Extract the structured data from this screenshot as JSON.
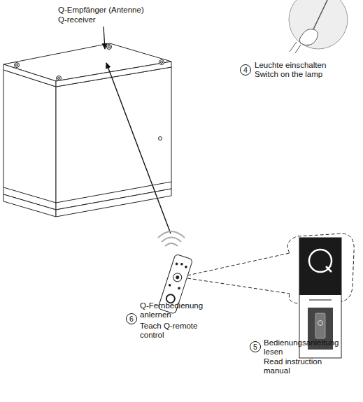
{
  "diagram": {
    "labels": [
      "Q-Empfänger (Antenne)",
      "Q-receiver",
      "4",
      "Leuchte einschalten",
      "Switch on the lamp",
      "6",
      "Q-Fernbedienung anlernen",
      "Teach Q-remote control",
      "5",
      "Bedienungsanleitung lesen",
      "Read instruction manual"
    ]
  }
}
